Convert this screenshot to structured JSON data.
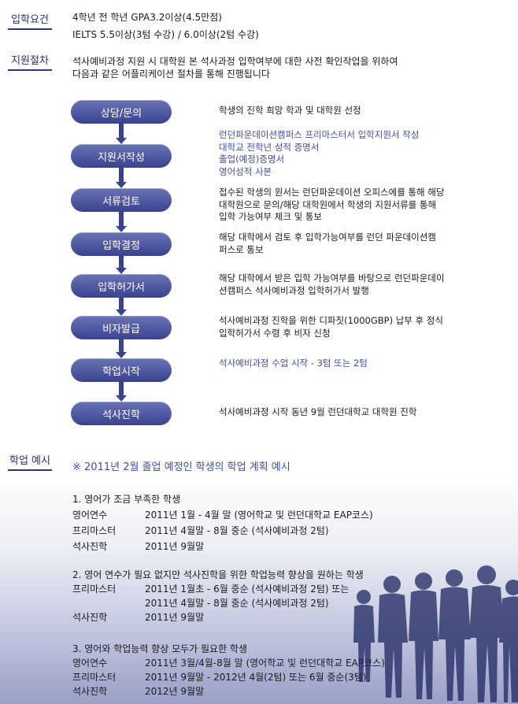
{
  "requirements": {
    "label": "입학요건",
    "lines": [
      "4학년 전 학년 GPA3.2이상(4.5만점)",
      "IELTS 5.5이상(3텀 수강) / 6.0이상(2텀 수강)"
    ]
  },
  "procedure": {
    "label": "지원절차",
    "intro": [
      "석사예비과정 지원 시 대학원 본 석사과정 입학여부에 대한 사전 확인작업을 위하여",
      "다음과 같은 어플리케이션 절차를 통해 진행됩니다"
    ],
    "steps": [
      {
        "name": "상담/문의",
        "desc": [
          "학생의 진학 희망 학과 및 대학원 선정"
        ]
      },
      {
        "name": "지원서작성",
        "desc": [
          "런던파운데이션캠퍼스 프리마스터서 입학지원서 작성",
          "대학교 전학년 성적 증명서",
          "졸업(예정)증명서",
          "영어성적 사본"
        ]
      },
      {
        "name": "서류검토",
        "desc": [
          "접수된 학생의 원서는 런던파운데이션 오피스에를 통해 해당",
          "대학원으로 문의/해당 대학원에서 학생의 지원서류를 통해",
          "입학 가능여부 체크 및 통보"
        ]
      },
      {
        "name": "입학결정",
        "desc": [
          "해당 대학에서 검토 후 입학가능여부를 런던 파운데이션캠",
          "퍼스로 통보"
        ]
      },
      {
        "name": "입학허가서",
        "desc": [
          "해당 대학에서 받은 입학 가능여부를 바탕으로 런던파운데이",
          "션캠퍼스 석사예비과정 입학허가서 발행"
        ]
      },
      {
        "name": "비자발급",
        "desc": [
          "석사예비과정 진학을 위한 디파짓(1000GBP) 납부 후 정식",
          "입학허가서 수령 후 비자 신청"
        ]
      },
      {
        "name": "학업시작",
        "desc": [
          "석사예비과정 수업 시작 - 3텀 또는 2텀"
        ]
      },
      {
        "name": "석사진학",
        "desc": [
          "석사예비과정 시작 동년 9월 런던대학교 대학원 진학"
        ]
      }
    ]
  },
  "examples": {
    "label": "학업 예시",
    "heading": "※ 2011년 2월 졸업 예정인 학생의 학업 계획 예시",
    "cases": [
      {
        "title": "1. 영어가 조금 부족한 학생",
        "rows": [
          {
            "k": "영어연수",
            "v": "2011년 1월 - 4월 말 (영어학교 및 런던대학교 EAP코스)"
          },
          {
            "k": "프리마스터",
            "v": "2011년 4월말 - 8월 중순 (석사예비과정 2텀)"
          },
          {
            "k": "석사진학",
            "v": "2011년 9월말"
          }
        ]
      },
      {
        "title": "2. 영어 연수가 필요 없지만 석사진학을 위한 학업능력 향상을 원하는 학생",
        "rows": [
          {
            "k": "프리마스터",
            "v": "2011년 1월초 - 6월 중순 (석사예비과정 2텀) 또는"
          },
          {
            "k": "",
            "v": "2011년 4월말 - 8월 중순 (석사예비과정 2텀)"
          },
          {
            "k": "석사진학",
            "v": "2011년 9월말"
          }
        ]
      },
      {
        "title": "3. 영어와 학업능력 향상 모두가 필요한 학생",
        "rows": [
          {
            "k": "영어연수",
            "v": "2011년 3월/4월-8월 말 (영어학교 및 런던대학교 EAP코스)"
          },
          {
            "k": "프리마스터",
            "v": "2011년 9월말 - 2012년 4월(2텀) 또는 6월 중순(3텀)"
          },
          {
            "k": "석사진학",
            "v": "2012년 9월말"
          }
        ]
      }
    ]
  }
}
